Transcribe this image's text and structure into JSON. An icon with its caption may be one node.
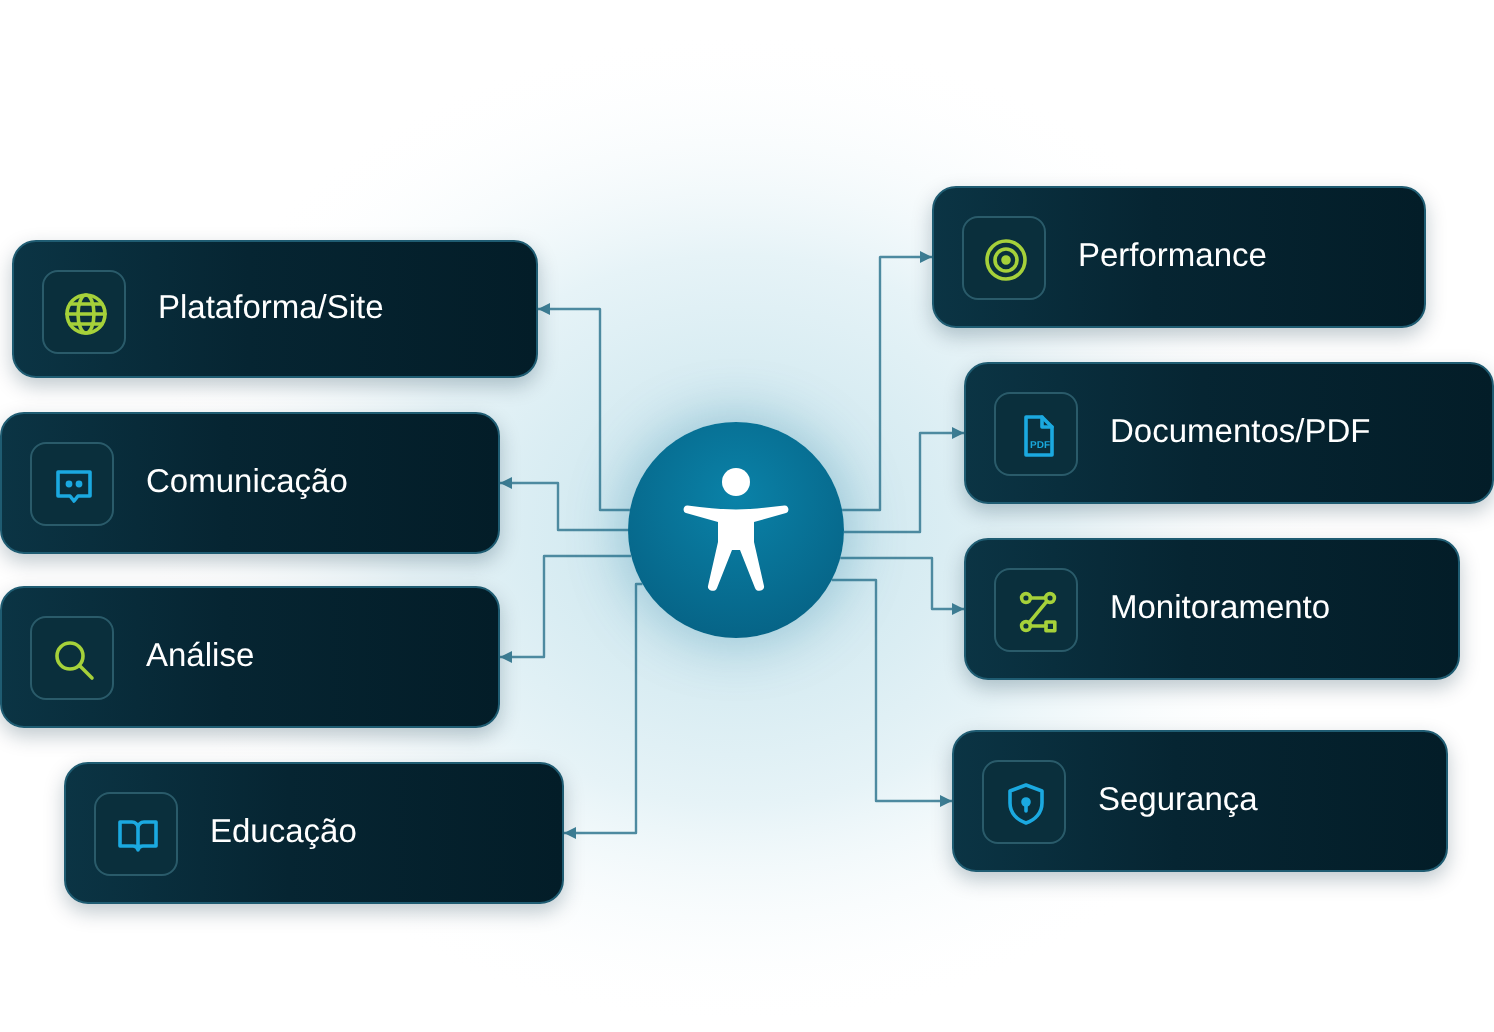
{
  "diagram": {
    "nodes": [
      {
        "text": [],
        "shape": "circle"
      },
      {
        "text": [
          "Plataforma/Site"
        ]
      },
      {
        "text": [
          "Comunicação"
        ]
      },
      {
        "text": [
          "Análise"
        ]
      },
      {
        "text": [
          "Educação"
        ]
      },
      {
        "text": [
          "Performance"
        ]
      },
      {
        "text": [
          "Documentos/PDF"
        ]
      },
      {
        "text": [
          "Monitoramento"
        ]
      },
      {
        "text": [
          "Segurança"
        ]
      }
    ],
    "edges": [
      {
        "from": 0,
        "to": 1,
        "arrow": "to"
      },
      {
        "from": 0,
        "to": 2,
        "arrow": "to"
      },
      {
        "from": 0,
        "to": 3,
        "arrow": "to"
      },
      {
        "from": 0,
        "to": 4,
        "arrow": "to"
      },
      {
        "from": 0,
        "to": 5,
        "arrow": "to"
      },
      {
        "from": 0,
        "to": 6,
        "arrow": "to"
      },
      {
        "from": 0,
        "to": 7,
        "arrow": "to"
      },
      {
        "from": 0,
        "to": 8,
        "arrow": "to"
      }
    ],
    "labels": [
      "PDF"
    ]
  }
}
